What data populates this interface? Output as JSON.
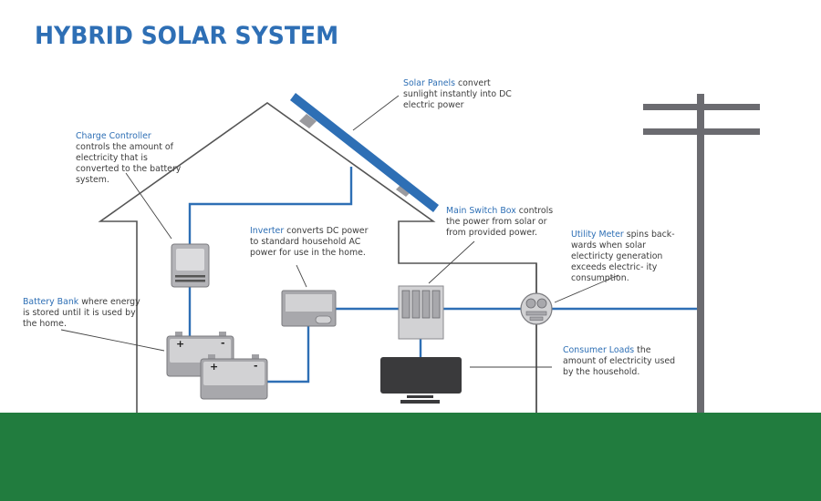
{
  "title": "HYBRID SOLAR SYSTEM",
  "colors": {
    "title": "#2e6fb5",
    "term": "#2e6fb5",
    "wire": "#2e6fb5",
    "panel": "#2e6fb5",
    "outline": "#555555",
    "pole": "#6b6b70",
    "device": "#b4b4b8",
    "device_screen": "#dcdcde",
    "tv": "#3a3a3c",
    "ground": "#217c3e",
    "text": "#3d3d3d"
  },
  "components": {
    "solar_panels": {
      "term": "Solar Panels",
      "desc": " convert sunlight instantly into DC electric power"
    },
    "charge_controller": {
      "term": "Charge Controller",
      "desc": " controls the amount of electricity that is converted to the battery system."
    },
    "inverter": {
      "term": "Inverter",
      "desc": " converts DC power to standard household AC power for use in the home."
    },
    "main_switch_box": {
      "term": "Main Switch Box",
      "desc": " controls the power from solar or from provided power."
    },
    "utility_meter": {
      "term": "Utility Meter",
      "desc": " spins back- wards when solar electiricty generation exceeds electric- ity consumption."
    },
    "battery_bank": {
      "term": "Battery Bank",
      "desc": " where energy is stored until it is used by the home."
    },
    "consumer_loads": {
      "term": "Consumer Loads",
      "desc": " the amount of electricity used by the household."
    }
  },
  "battery_terminals": {
    "positive": "+",
    "negative": "-"
  }
}
